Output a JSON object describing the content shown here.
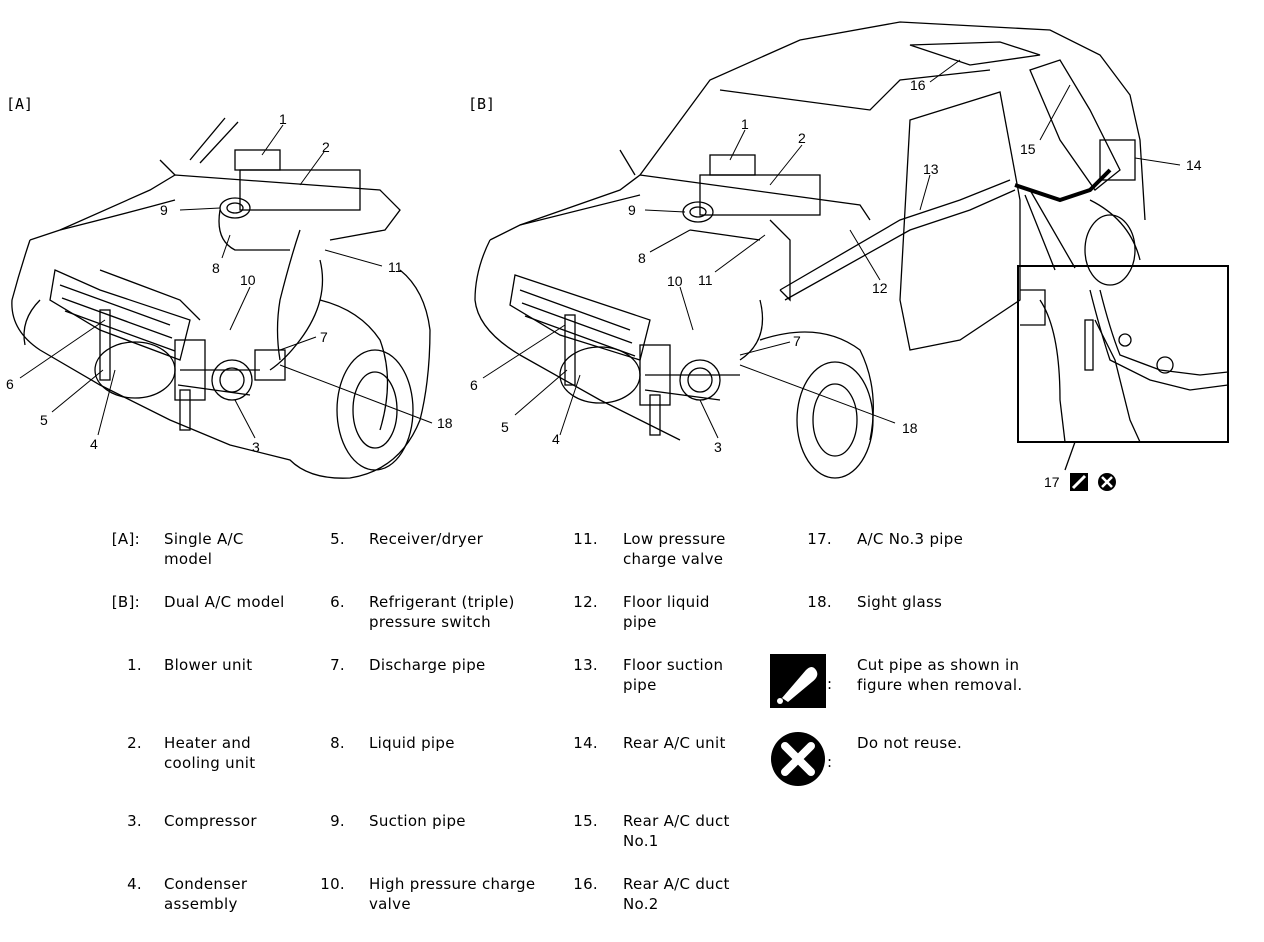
{
  "panels": {
    "single": "[A]",
    "dual": "[B]"
  },
  "callouts_a": [
    "1",
    "2",
    "9",
    "8",
    "10",
    "11",
    "7",
    "6",
    "5",
    "4",
    "3",
    "18"
  ],
  "callouts_b": [
    "1",
    "2",
    "9",
    "8",
    "10",
    "11",
    "16",
    "15",
    "14",
    "13",
    "12",
    "7",
    "6",
    "5",
    "4",
    "3",
    "18",
    "17"
  ],
  "legend": [
    {
      "key": "[A]:",
      "desc": "Single A/C model"
    },
    {
      "key": "[B]:",
      "desc": "Dual A/C model"
    },
    {
      "key": "1.",
      "desc": "Blower unit"
    },
    {
      "key": "2.",
      "desc": "Heater and cooling unit"
    },
    {
      "key": "3.",
      "desc": "Compressor"
    },
    {
      "key": "4.",
      "desc": "Condenser assembly"
    },
    {
      "key": "5.",
      "desc": "Receiver/dryer"
    },
    {
      "key": "6.",
      "desc": "Refrigerant (triple) pressure switch"
    },
    {
      "key": "7.",
      "desc": "Discharge pipe"
    },
    {
      "key": "8.",
      "desc": "Liquid pipe"
    },
    {
      "key": "9.",
      "desc": "Suction pipe"
    },
    {
      "key": "10.",
      "desc": "High pressure charge valve"
    },
    {
      "key": "11.",
      "desc": "Low pressure charge valve"
    },
    {
      "key": "12.",
      "desc": "Floor liquid pipe"
    },
    {
      "key": "13.",
      "desc": "Floor suction pipe"
    },
    {
      "key": "14.",
      "desc": "Rear A/C unit"
    },
    {
      "key": "15.",
      "desc": "Rear A/C duct No.1"
    },
    {
      "key": "16.",
      "desc": "Rear A/C duct No.2"
    },
    {
      "key": "17.",
      "desc": "A/C No.3 pipe"
    },
    {
      "key": "18.",
      "desc": "Sight glass"
    }
  ],
  "symbols": [
    {
      "icon": "cut-pipe-icon",
      "desc": "Cut pipe as shown in figure when removal."
    },
    {
      "icon": "do-not-reuse-icon",
      "desc": "Do not reuse."
    }
  ]
}
